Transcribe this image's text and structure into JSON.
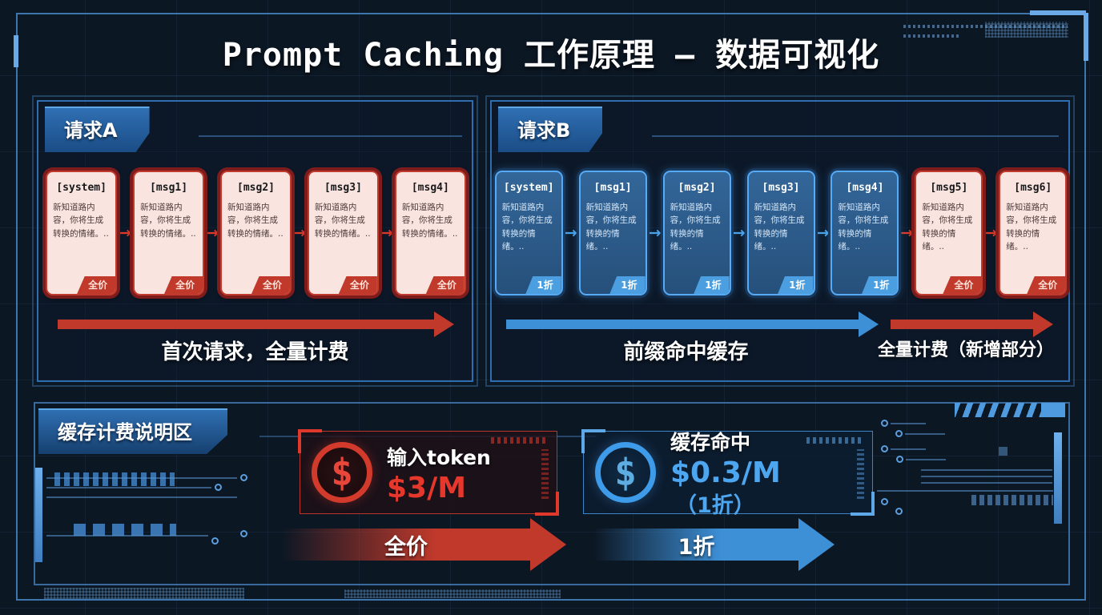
{
  "title": "Prompt Caching 工作原理 — 数据可视化",
  "request_a": {
    "label": "请求A",
    "caption": "首次请求，全量计费",
    "cards": [
      {
        "header": "[system]",
        "body": "新知道路内容，你将生成转换的情绪。..",
        "badge": "全价",
        "type": "full"
      },
      {
        "header": "[msg1]",
        "body": "新知道路内容，你将生成转换的情绪。..",
        "badge": "全价",
        "type": "full"
      },
      {
        "header": "[msg2]",
        "body": "新知道路内容，你将生成转换的情绪。..",
        "badge": "全价",
        "type": "full"
      },
      {
        "header": "[msg3]",
        "body": "新知道路内容，你将生成转换的情绪。..",
        "badge": "全价",
        "type": "full"
      },
      {
        "header": "[msg4]",
        "body": "新知道路内容，你将生成转换的情绪。..",
        "badge": "全价",
        "type": "full"
      }
    ]
  },
  "request_b": {
    "label": "请求B",
    "cached_caption": "前缀命中缓存",
    "new_caption": "全量计费（新增部分）",
    "cards": [
      {
        "header": "[system]",
        "body": "新知道路内容，你将生成转换的情绪。..",
        "badge": "1折",
        "type": "cached"
      },
      {
        "header": "[msg1]",
        "body": "新知道路内容，你将生成转换的情绪。..",
        "badge": "1折",
        "type": "cached"
      },
      {
        "header": "[msg2]",
        "body": "新知道路内容，你将生成转换的情绪。..",
        "badge": "1折",
        "type": "cached"
      },
      {
        "header": "[msg3]",
        "body": "新知道路内容，你将生成转换的情绪。..",
        "badge": "1折",
        "type": "cached"
      },
      {
        "header": "[msg4]",
        "body": "新知道路内容，你将生成转换的情绪。..",
        "badge": "1折",
        "type": "cached"
      },
      {
        "header": "[msg5]",
        "body": "新知道路内容，你将生成转换的情绪。..",
        "badge": "全价",
        "type": "full"
      },
      {
        "header": "[msg6]",
        "body": "新知道路内容，你将生成转换的情绪。..",
        "badge": "全价",
        "type": "full"
      }
    ]
  },
  "pricing": {
    "label": "缓存计费说明区",
    "full_card": {
      "icon": "dollar-icon",
      "symbol": "$",
      "title": "输入token",
      "price": "$3/M"
    },
    "cached_card": {
      "icon": "dollar-icon",
      "symbol": "$",
      "title": "缓存命中",
      "price": "$0.3/M",
      "note": "（1折）"
    },
    "full_arrow_label": "全价",
    "discount_arrow_label": "1折"
  },
  "colors": {
    "accent_red": "#c0392b",
    "accent_blue": "#3d8fd6",
    "background": "#0c1724"
  }
}
